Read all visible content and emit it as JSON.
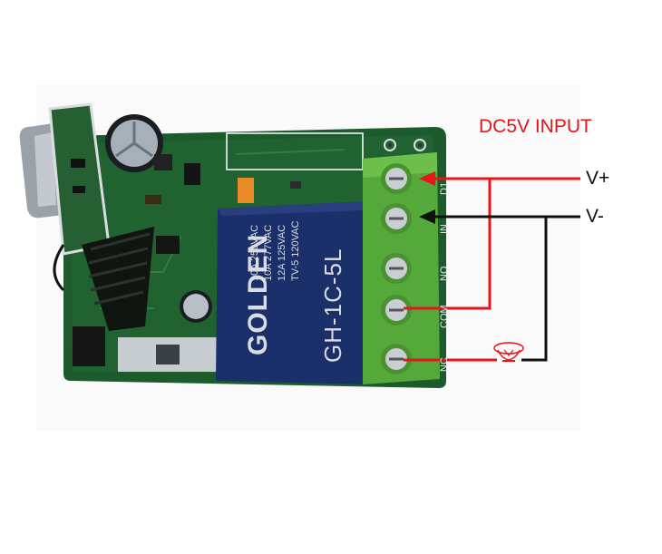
{
  "labels": {
    "input_title": "DC5V INPUT",
    "v_plus": "V+",
    "v_minus": "V-"
  },
  "relay": {
    "brand": "GOLDEN",
    "model": "GH-1C-5L",
    "ratings": [
      "10A 250VAC",
      "10A 277VAC",
      "12A 125VAC",
      "TV-5 120VAC"
    ]
  },
  "terminal_labels": [
    "D1",
    "IN",
    "NO",
    "COM",
    "NC"
  ],
  "colors": {
    "pcb": "#1d5a2c",
    "relay": "#1b2f6b",
    "terminal": "#55a83a",
    "wire_red": "#e8141a",
    "wire_black": "#111111"
  },
  "icons": [
    "lamp-icon"
  ]
}
